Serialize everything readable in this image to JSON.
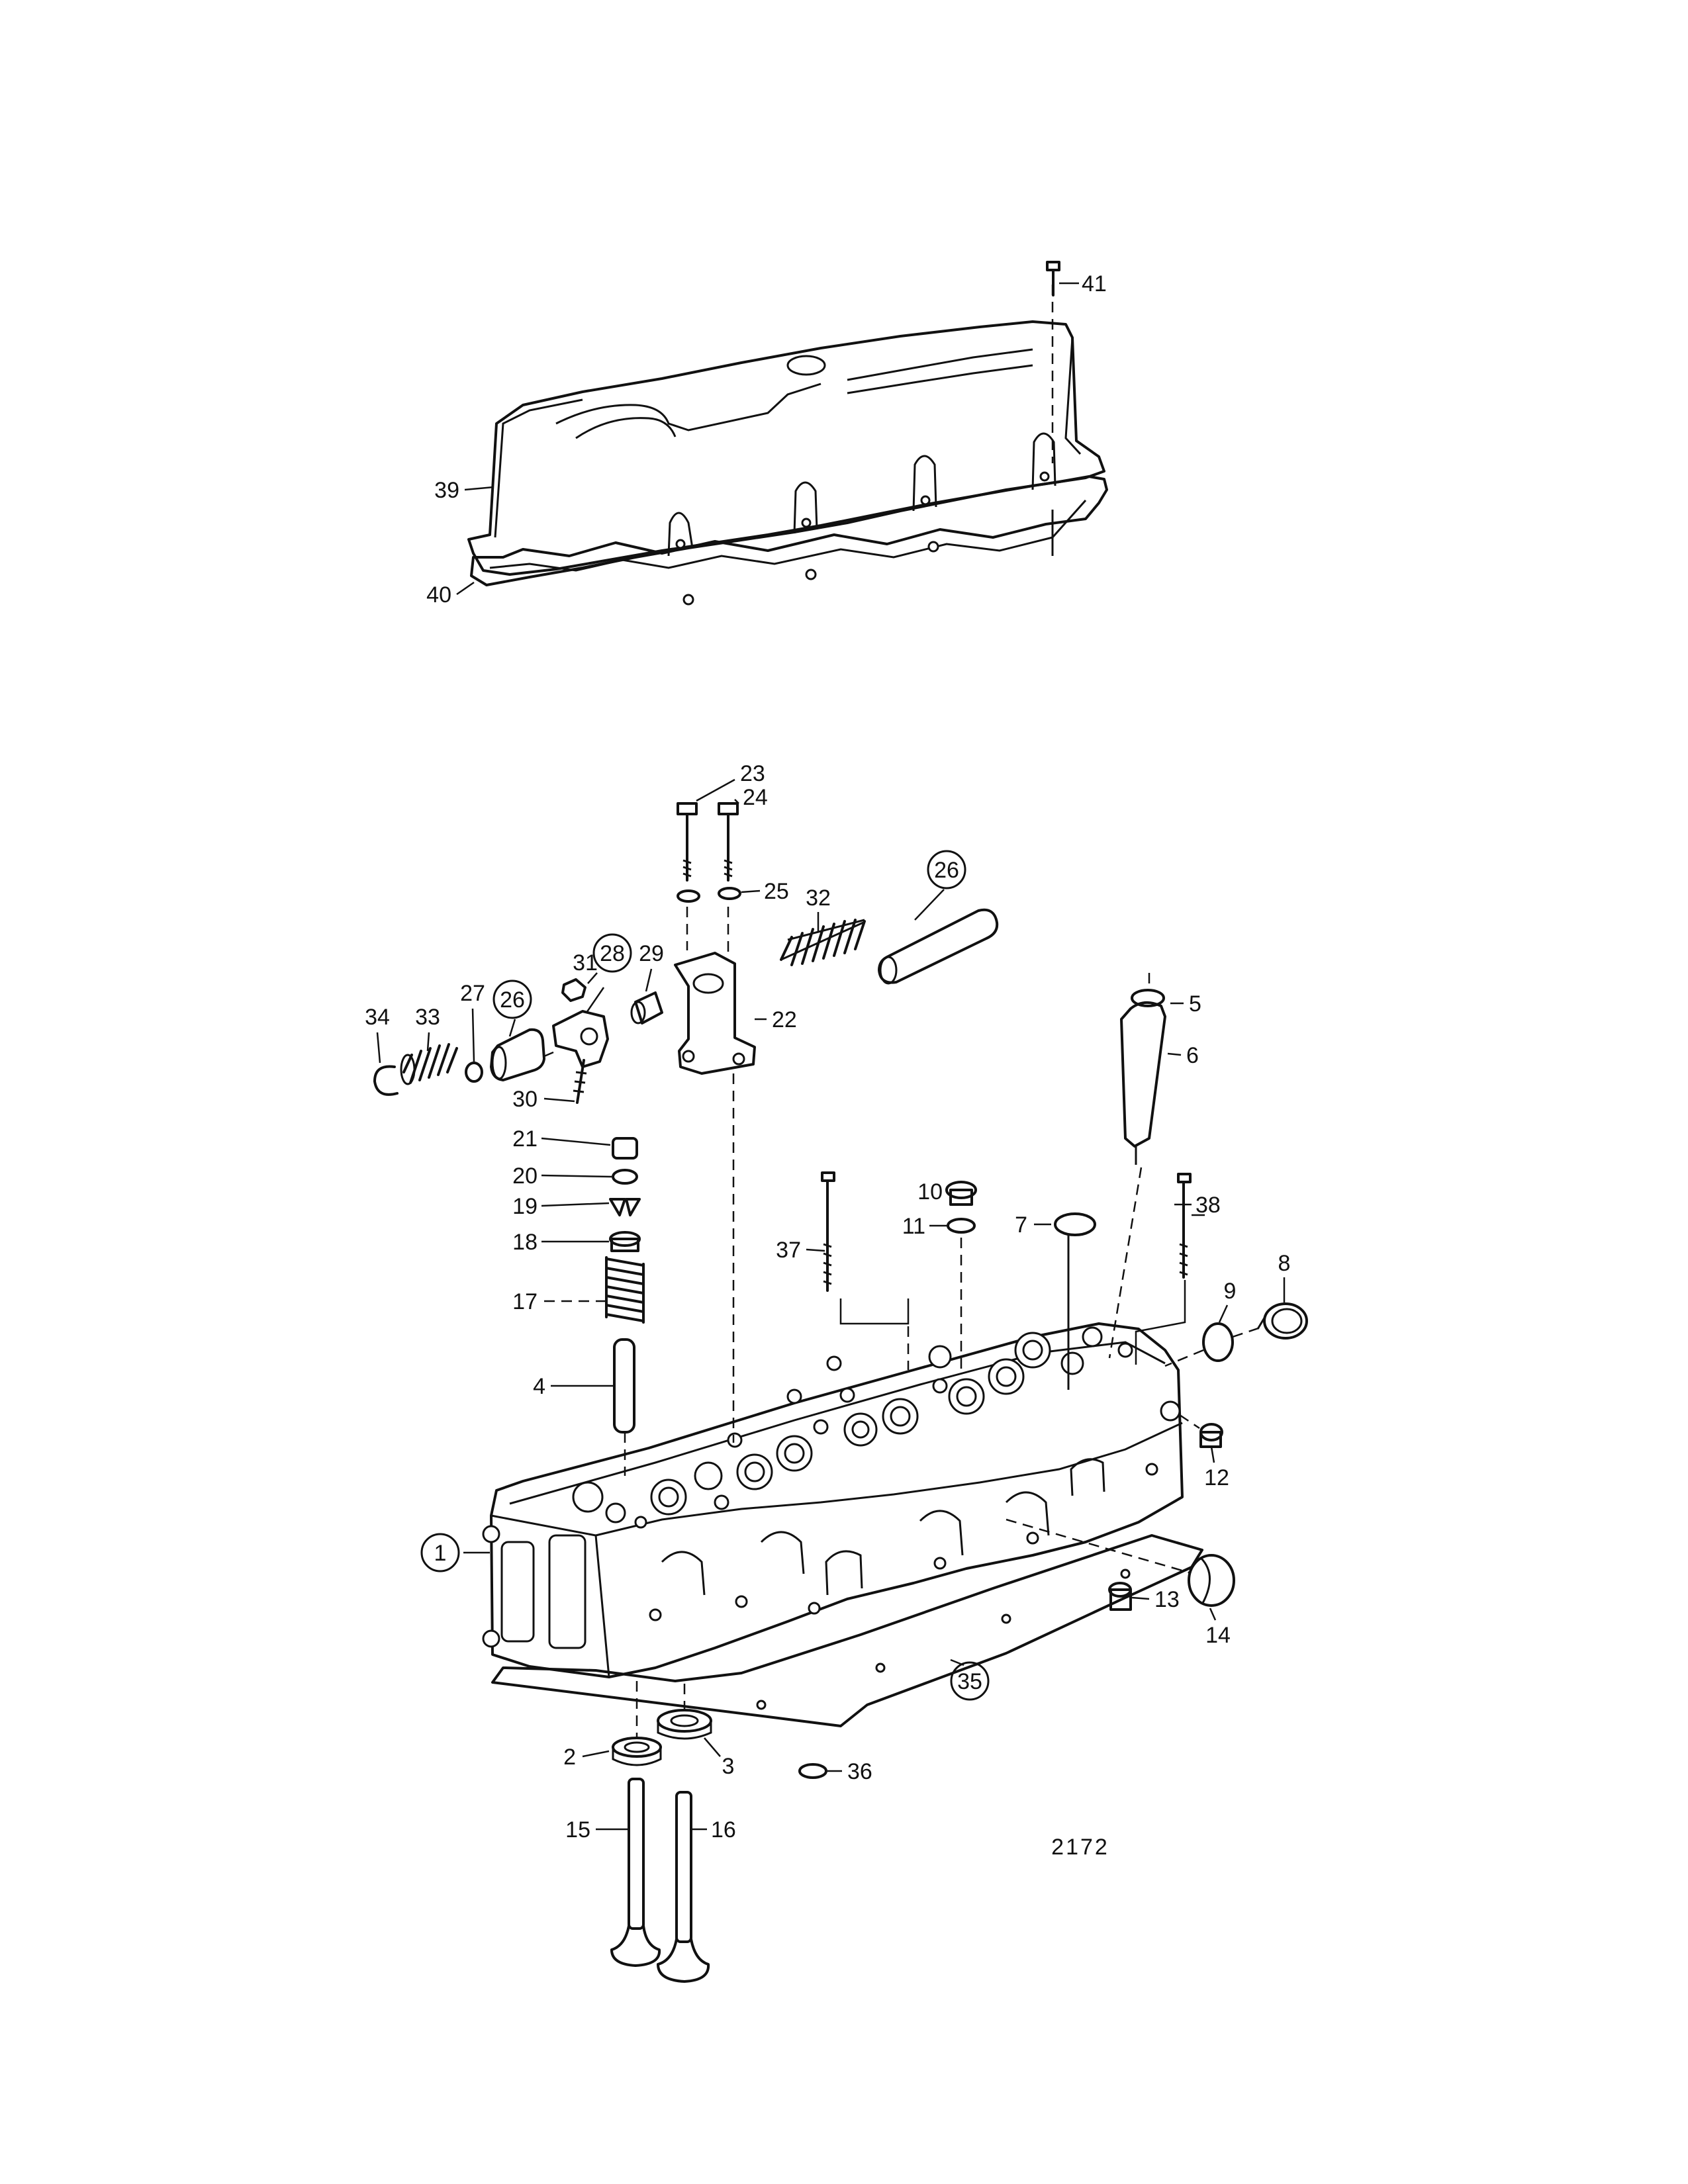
{
  "figure_number": "2172",
  "callouts": [
    {
      "id": "1",
      "circled": true
    },
    {
      "id": "2",
      "circled": false
    },
    {
      "id": "3",
      "circled": false
    },
    {
      "id": "4",
      "circled": false
    },
    {
      "id": "5",
      "circled": false
    },
    {
      "id": "6",
      "circled": false
    },
    {
      "id": "7",
      "circled": false
    },
    {
      "id": "8",
      "circled": false
    },
    {
      "id": "9",
      "circled": false
    },
    {
      "id": "10",
      "circled": false
    },
    {
      "id": "11",
      "circled": false
    },
    {
      "id": "12",
      "circled": false
    },
    {
      "id": "13",
      "circled": false
    },
    {
      "id": "14",
      "circled": false
    },
    {
      "id": "15",
      "circled": false
    },
    {
      "id": "16",
      "circled": false
    },
    {
      "id": "17",
      "circled": false
    },
    {
      "id": "18",
      "circled": false
    },
    {
      "id": "19",
      "circled": false
    },
    {
      "id": "20",
      "circled": false
    },
    {
      "id": "21",
      "circled": false
    },
    {
      "id": "22",
      "circled": false
    },
    {
      "id": "23",
      "circled": false
    },
    {
      "id": "24",
      "circled": false
    },
    {
      "id": "25",
      "circled": false
    },
    {
      "id": "26a",
      "text": "26",
      "circled": true
    },
    {
      "id": "26b",
      "text": "26",
      "circled": true
    },
    {
      "id": "27",
      "circled": false
    },
    {
      "id": "28",
      "circled": true
    },
    {
      "id": "29",
      "circled": false
    },
    {
      "id": "30",
      "circled": false
    },
    {
      "id": "31",
      "circled": false
    },
    {
      "id": "32",
      "circled": false
    },
    {
      "id": "33",
      "circled": false
    },
    {
      "id": "34",
      "circled": false
    },
    {
      "id": "35",
      "circled": true
    },
    {
      "id": "36",
      "circled": false
    },
    {
      "id": "37",
      "circled": false
    },
    {
      "id": "38",
      "circled": false
    },
    {
      "id": "39",
      "circled": false
    },
    {
      "id": "40",
      "circled": false
    },
    {
      "id": "41",
      "circled": false
    }
  ]
}
